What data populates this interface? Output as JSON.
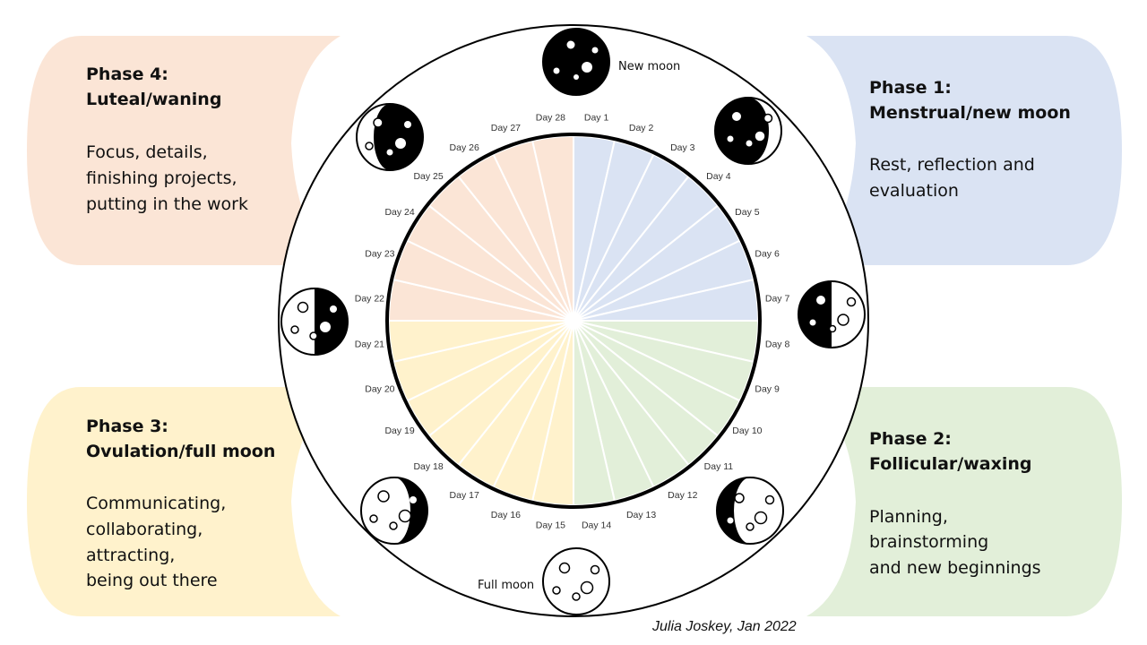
{
  "colors": {
    "phase1": "#dae3f3",
    "phase2": "#e2efd9",
    "phase3": "#fff2cc",
    "phase4": "#fbe5d6",
    "ring": "#000000",
    "dividers": "#ffffff"
  },
  "phases": [
    {
      "id": "phase4",
      "title_line1": "Phase 4:",
      "title_line2": "Luteal/waning",
      "body": [
        "Focus, details,",
        "finishing projects,",
        "putting in the work"
      ]
    },
    {
      "id": "phase1",
      "title_line1": "Phase 1:",
      "title_line2": "Menstrual/new moon",
      "body": [
        "Rest, reflection and",
        "evaluation"
      ]
    },
    {
      "id": "phase3",
      "title_line1": "Phase 3:",
      "title_line2": "Ovulation/full moon",
      "body": [
        "Communicating,",
        "collaborating,",
        "attracting,",
        "being out there"
      ]
    },
    {
      "id": "phase2",
      "title_line1": "Phase 2:",
      "title_line2": "Follicular/waxing",
      "body": [
        "Planning,",
        "brainstorming",
        "and new beginnings"
      ]
    }
  ],
  "days": [
    "Day 1",
    "Day 2",
    "Day 3",
    "Day 4",
    "Day 5",
    "Day 6",
    "Day 7",
    "Day 8",
    "Day 9",
    "Day 10",
    "Day 11",
    "Day 12",
    "Day 13",
    "Day 14",
    "Day 15",
    "Day 16",
    "Day 17",
    "Day 18",
    "Day 19",
    "Day 20",
    "Day 21",
    "Day 22",
    "Day 23",
    "Day 24",
    "Day 25",
    "Day 26",
    "Day 27",
    "Day 28"
  ],
  "moons": {
    "new_moon_label": "New moon",
    "full_moon_label": "Full moon"
  },
  "credit": "Julia Joskey, Jan 2022"
}
